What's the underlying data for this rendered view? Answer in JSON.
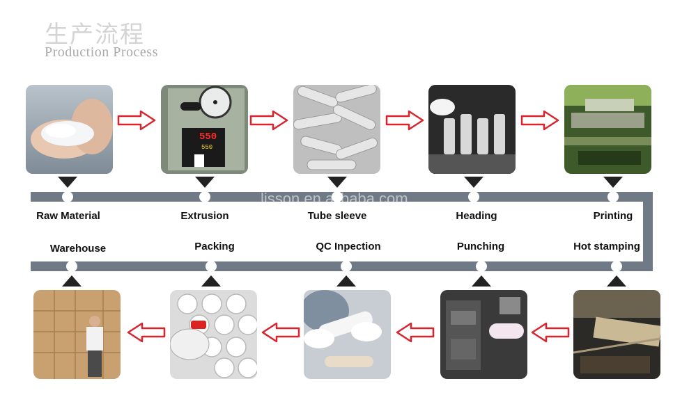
{
  "header": {
    "title_cn": "生产流程",
    "title_en": "Production Process"
  },
  "watermark": "lisson.en.alibaba.com",
  "steps_top": [
    {
      "label": "Raw Material",
      "photo": "plastic-granules-photo"
    },
    {
      "label": "Extrusion",
      "photo": "extrusion-machine-photo"
    },
    {
      "label": "Tube sleeve",
      "photo": "tube-sleeves-photo"
    },
    {
      "label": "Heading",
      "photo": "heading-photo"
    },
    {
      "label": "Printing",
      "photo": "printing-machine-photo"
    }
  ],
  "steps_bottom": [
    {
      "label": "Warehouse",
      "photo": "warehouse-photo"
    },
    {
      "label": "Packing",
      "photo": "packing-photo"
    },
    {
      "label": "QC Inpection",
      "photo": "qc-inspection-photo"
    },
    {
      "label": "Punching",
      "photo": "punching-photo"
    },
    {
      "label": "Hot stamping",
      "photo": "hot-stamping-photo"
    }
  ],
  "colors": {
    "track": "#6f7a86",
    "arrow_stroke": "#d9232d",
    "marker": "#222222"
  }
}
